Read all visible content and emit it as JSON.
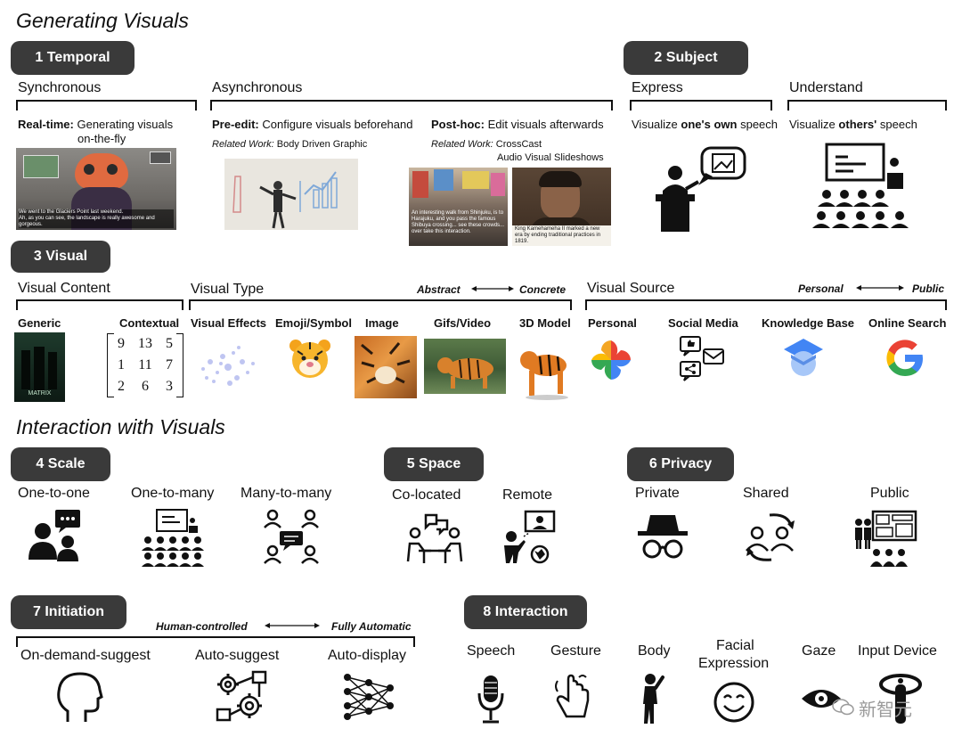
{
  "sections": {
    "generating": "Generating Visuals",
    "interaction": "Interaction with Visuals"
  },
  "pills": {
    "temporal": "1 Temporal",
    "subject": "2 Subject",
    "visual": "3 Visual",
    "scale": "4 Scale",
    "space": "5 Space",
    "privacy": "6 Privacy",
    "initiation": "7 Initiation",
    "interaction": "8 Interaction"
  },
  "temporal": {
    "synchronous": "Synchronous",
    "asynchronous": "Asynchronous",
    "realtime_b": "Real-time:",
    "realtime_t1": "Generating visuals",
    "realtime_t2": "on-the-fly",
    "preedit_b": "Pre-edit:",
    "preedit_t": "Configure visuals beforehand",
    "posthoc_b": "Post-hoc:",
    "posthoc_t": "Edit visuals afterwards",
    "rw_label": "Related Work:",
    "rw_pre": "Body Driven Graphic",
    "rw_post1": "CrossCast",
    "rw_post2": "Audio Visual Slideshows",
    "caption_cat1": "We went to the Glaciers Point last weekend.",
    "caption_cat2": "Ah, as you can see, the landscape is really awesome and gorgeous.",
    "caption_shibuya": "An interesting walk from Shinjuku, is to Harajuku, and you pass the famous Shibuya crossing... see these crowds... over take this interaction.",
    "caption_king": "King Kamehameha II marked a new era by ending traditional practices in 1819."
  },
  "subject": {
    "express": "Express",
    "understand": "Understand",
    "express_t1": "Visualize",
    "express_b": "one's own",
    "express_t2": "speech",
    "understand_t1": "Visualize",
    "understand_b": "others'",
    "understand_t2": "speech"
  },
  "visual": {
    "content": "Visual Content",
    "type": "Visual Type",
    "source": "Visual Source",
    "abstract": "Abstract",
    "concrete": "Concrete",
    "personal_scale": "Personal",
    "public_scale": "Public",
    "generic": "Generic",
    "contextual": "Contextual",
    "effects": "Visual Effects",
    "emoji": "Emoji/Symbol",
    "image": "Image",
    "gifs": "Gifs/Video",
    "model": "3D Model",
    "src_personal": "Personal",
    "src_social": "Social Media",
    "src_kb": "Knowledge Base",
    "src_search": "Online Search",
    "poster_title": "MATRIX",
    "matrix_rows": [
      [
        "9",
        "13",
        "5"
      ],
      [
        "1",
        "11",
        "7"
      ],
      [
        "2",
        "6",
        "3"
      ]
    ]
  },
  "scale": {
    "one_one": "One-to-one",
    "one_many": "One-to-many",
    "many_many": "Many-to-many"
  },
  "space": {
    "colocated": "Co-located",
    "remote": "Remote"
  },
  "privacy": {
    "private": "Private",
    "shared": "Shared",
    "public": "Public"
  },
  "initiation": {
    "human": "Human-controlled",
    "auto": "Fully Automatic",
    "ondemand": "On-demand-suggest",
    "autosuggest": "Auto-suggest",
    "autodisplay": "Auto-display"
  },
  "interaction": {
    "speech": "Speech",
    "gesture": "Gesture",
    "body": "Body",
    "facial1": "Facial",
    "facial2": "Expression",
    "gaze": "Gaze",
    "input": "Input Device"
  },
  "watermark": "新智元",
  "colors": {
    "pill": "#3a3a3a",
    "google_blue": "#4285F4",
    "google_red": "#EA4335",
    "google_yellow": "#FBBC05",
    "google_green": "#34A853"
  }
}
